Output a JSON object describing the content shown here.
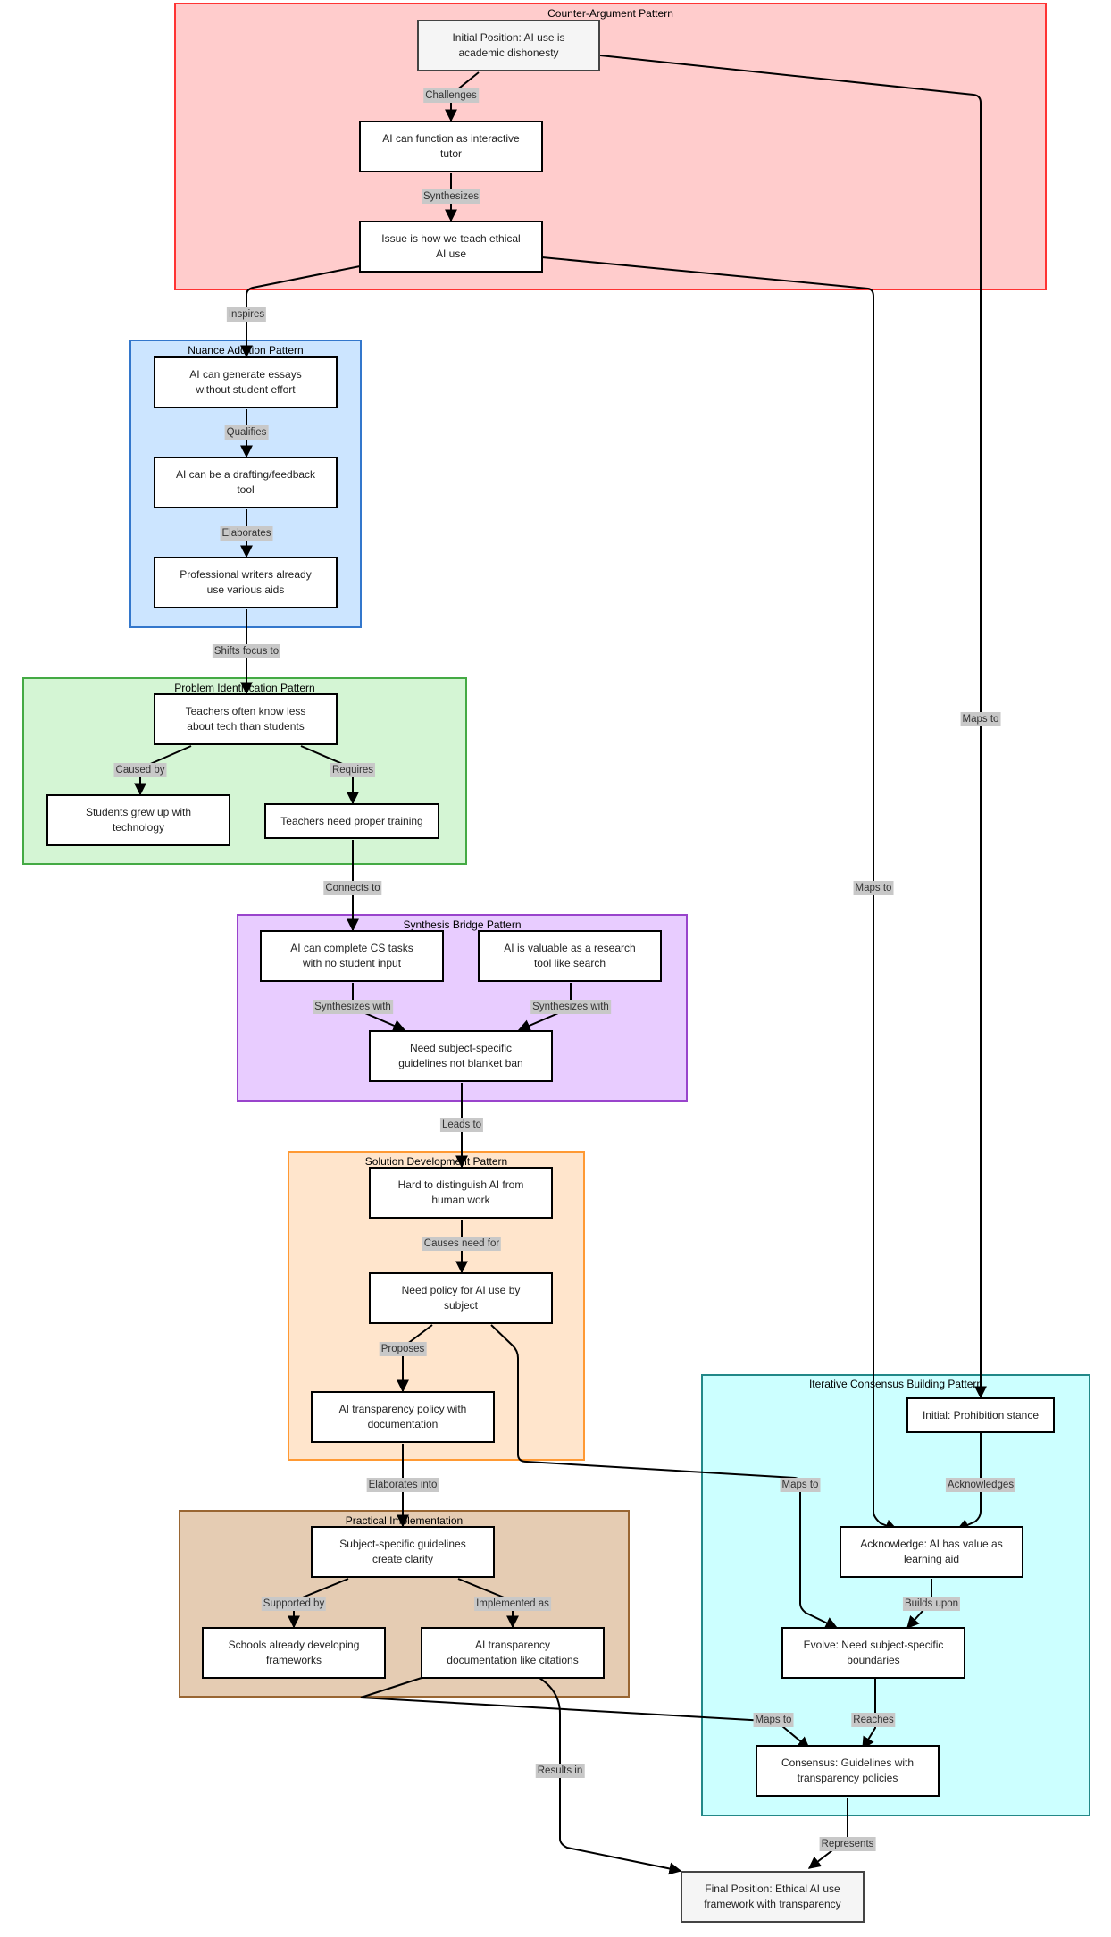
{
  "clusters": {
    "counter": {
      "title": "Counter-Argument Pattern",
      "fill": "#ffcccc",
      "stroke": "#ff3333"
    },
    "nuance": {
      "title": "Nuance Addition Pattern",
      "fill": "#cce5ff",
      "stroke": "#3377cc"
    },
    "problem": {
      "title": "Problem Identification Pattern",
      "fill": "#d4f5d4",
      "stroke": "#44aa44"
    },
    "synthesis": {
      "title": "Synthesis Bridge Pattern",
      "fill": "#e8ccff",
      "stroke": "#9944cc"
    },
    "solution": {
      "title": "Solution Development Pattern",
      "fill": "#ffe5cc",
      "stroke": "#ff9933"
    },
    "practical": {
      "title": "Practical Implementation",
      "fill": "#e5ccb3",
      "stroke": "#996633"
    },
    "consensus": {
      "title": "Iterative Consensus Building Pattern",
      "fill": "#ccffff",
      "stroke": "#228888"
    }
  },
  "nodes": {
    "initial_position": "Initial Position: AI use is academic dishonesty",
    "interactive_tutor": "AI can function as interactive tutor",
    "teach_ethical": "Issue is how we teach ethical AI use",
    "generate_essays": "AI can generate essays without student effort",
    "drafting_tool": "AI can be a drafting/feedback tool",
    "professional_writers": "Professional writers already use various aids",
    "teachers_know_less": "Teachers often know less about tech than students",
    "students_grew_up": "Students grew up with technology",
    "teachers_training": "Teachers need proper training",
    "cs_tasks": "AI can complete CS tasks with no student input",
    "research_tool": "AI is valuable as a research tool like search",
    "subject_guidelines_need": "Need subject-specific guidelines not blanket ban",
    "hard_to_distinguish": "Hard to distinguish AI from human work",
    "need_policy": "Need policy for AI use by subject",
    "transparency_policy": "AI transparency policy with documentation",
    "create_clarity": "Subject-specific guidelines create clarity",
    "schools_frameworks": "Schools already developing frameworks",
    "transparency_docs": "AI transparency documentation like citations",
    "prohibition": "Initial: Prohibition stance",
    "acknowledge": "Acknowledge: AI has value as learning aid",
    "evolve": "Evolve: Need subject-specific boundaries",
    "consensus_node": "Consensus: Guidelines with transparency policies",
    "final_position": "Final Position: Ethical AI use framework with transparency"
  },
  "edges": {
    "challenges": "Challenges",
    "synthesizes": "Synthesizes",
    "inspires": "Inspires",
    "qualifies": "Qualifies",
    "elaborates": "Elaborates",
    "shifts_focus": "Shifts focus to",
    "caused_by": "Caused by",
    "requires": "Requires",
    "connects_to": "Connects to",
    "synth_with_1": "Synthesizes with",
    "synth_with_2": "Synthesizes with",
    "leads_to": "Leads to",
    "causes_need": "Causes need for",
    "proposes": "Proposes",
    "elaborates_into": "Elaborates into",
    "supported_by": "Supported by",
    "implemented_as": "Implemented as",
    "maps_to_1": "Maps to",
    "maps_to_2": "Maps to",
    "maps_to_3": "Maps to",
    "maps_to_4": "Maps to",
    "acknowledges": "Acknowledges",
    "builds_upon": "Builds upon",
    "reaches": "Reaches",
    "results_in": "Results in",
    "represents": "Represents"
  }
}
